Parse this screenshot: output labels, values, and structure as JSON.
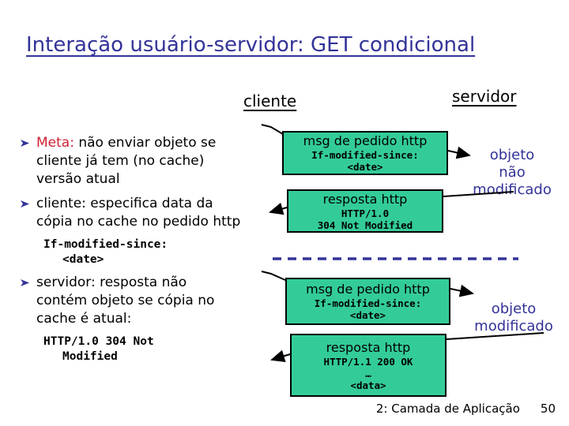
{
  "slide": {
    "title": "Interação usuário-servidor: GET condicional",
    "columns": {
      "client_label": "cliente",
      "server_label": "servidor"
    },
    "left_panel": {
      "bullets": [
        {
          "prefix": "Meta:",
          "text": "não enviar objeto se cliente já tem (no cache) versão atual"
        },
        {
          "prefix": "",
          "text": "cliente: especifica data da cópia no cache no pedido http"
        },
        {
          "prefix": "",
          "text": "servidor: resposta não contém objeto se cópia no cache é atual:"
        }
      ],
      "code_snippet_1": {
        "line1": "If-modified-since:",
        "line2": "<date>"
      },
      "code_snippet_2": {
        "line1": "HTTP/1.0 304 Not",
        "line2": "Modified"
      }
    },
    "messages": [
      {
        "title": "msg de pedido http",
        "code": [
          "If-modified-since:",
          "<date>"
        ]
      },
      {
        "title": "resposta http",
        "code": [
          "HTTP/1.0",
          "304 Not Modified"
        ]
      },
      {
        "title": "msg de pedido http",
        "code": [
          "If-modified-since:",
          "<date>"
        ]
      },
      {
        "title": "resposta http",
        "code": [
          "HTTP/1.1 200 OK",
          "…",
          "<data>"
        ]
      }
    ],
    "annotations": [
      {
        "line1": "objeto",
        "line2": "não",
        "line3": "modificado"
      },
      {
        "line1": "objeto",
        "line2": "modificado"
      }
    ],
    "footer": {
      "label": "2: Camada de Aplicação",
      "page": "50"
    },
    "colors": {
      "accent_navy": "#333399",
      "accent_red": "#cc2233",
      "box_green": "#33cc99",
      "arrow_black": "#000000"
    }
  }
}
